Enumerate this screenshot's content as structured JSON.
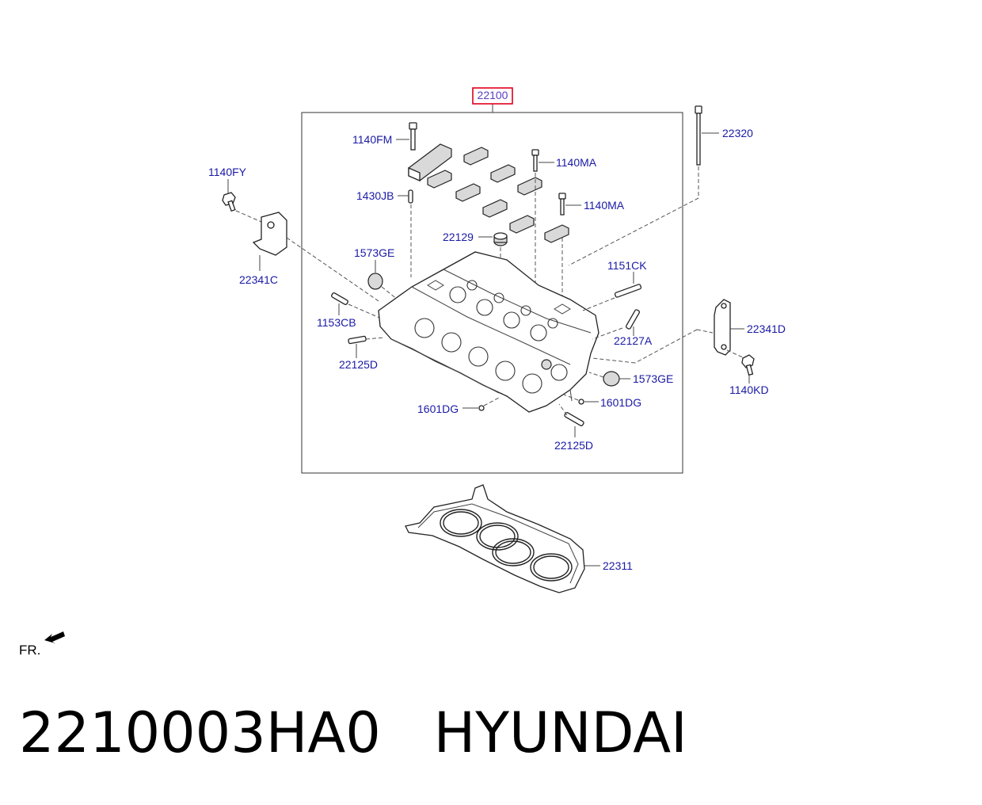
{
  "callouts": {
    "main_assembly": "22100",
    "bolt_22320": "22320",
    "bolt_1140fm": "1140FM",
    "bolt_1140fy": "1140FY",
    "bolt_1140ma_1": "1140MA",
    "bolt_1140ma_2": "1140MA",
    "pin_1430jb": "1430JB",
    "seal_22129": "22129",
    "plug_1573ge_1": "1573GE",
    "bracket_22341c": "22341C",
    "stud_1151ck": "1151CK",
    "stud_1153cb": "1153CB",
    "bracket_22341d": "22341D",
    "stud_22127a": "22127A",
    "stud_22125d_1": "22125D",
    "plug_1573ge_2": "1573GE",
    "bolt_1140kd": "1140KD",
    "pin_1601dg_1": "1601DG",
    "pin_1601dg_2": "1601DG",
    "stud_22125d_2": "22125D",
    "gasket_22311": "22311"
  },
  "front_indicator": "FR.",
  "caption": {
    "part_number": "2210003HA0",
    "brand": "HYUNDAI"
  },
  "colors": {
    "label_text": "#1a1aa6",
    "highlight_box": "#e0001b",
    "main_label_text": "#5a3fc0"
  }
}
